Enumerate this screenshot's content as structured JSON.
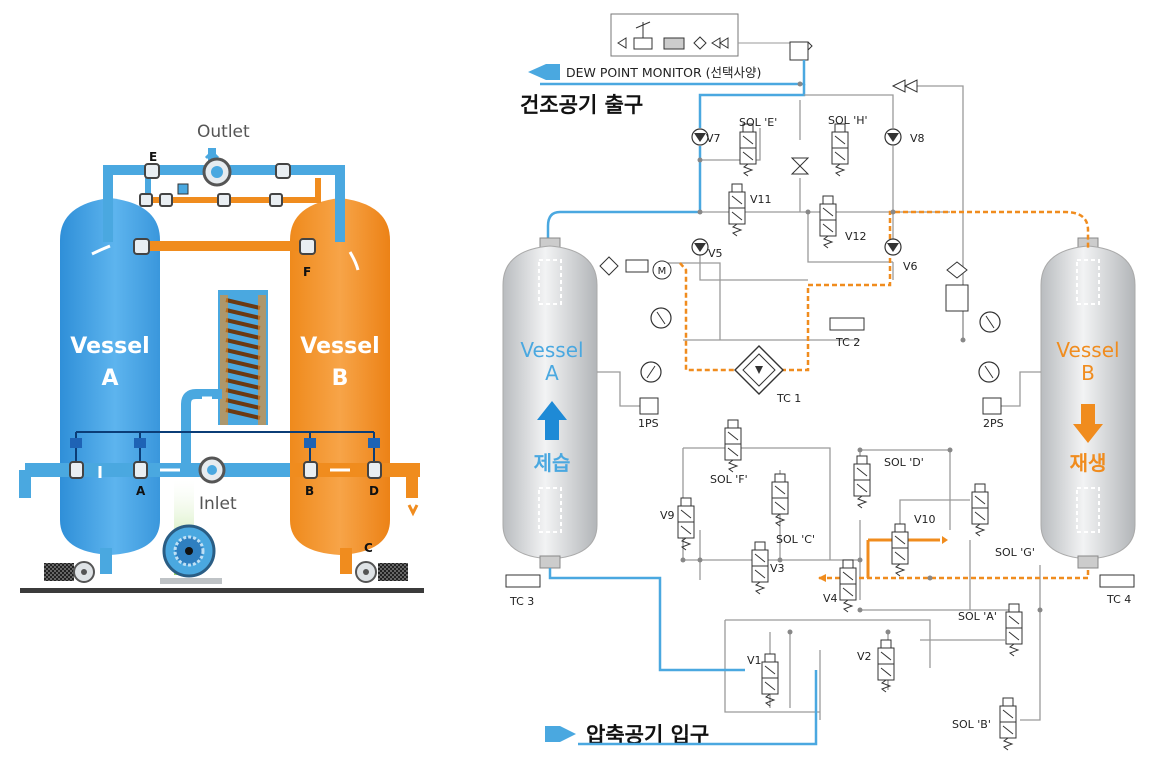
{
  "left": {
    "vessel_a": [
      "Vessel",
      "A"
    ],
    "vessel_b": [
      "Vessel",
      "B"
    ],
    "outlet": "Outlet",
    "inlet": "Inlet",
    "valves": {
      "a": "A",
      "b": "B",
      "c": "C",
      "d": "D",
      "e": "E",
      "f": "F"
    }
  },
  "right": {
    "dew_point_monitor": "DEW POINT MONITOR (선택사양)",
    "outlet_title": "건조공기 출구",
    "inlet_title": "압축공기 입구",
    "vessel_a": [
      "Vessel",
      "A"
    ],
    "vessel_b": [
      "Vessel",
      "B"
    ],
    "adsorb": "제습",
    "regen": "재생",
    "labels": {
      "v1": "V1",
      "v2": "V2",
      "v3": "V3",
      "v4": "V4",
      "v5": "V5",
      "v6": "V6",
      "v7": "V7",
      "v8": "V8",
      "v9": "V9",
      "v10": "V10",
      "v11": "V11",
      "v12": "V12",
      "sol_a": "SOL 'A'",
      "sol_b": "SOL 'B'",
      "sol_c": "SOL 'C'",
      "sol_d": "SOL 'D'",
      "sol_e": "SOL 'E'",
      "sol_f": "SOL 'F'",
      "sol_g": "SOL 'G'",
      "sol_h": "SOL 'H'",
      "tc1": "TC 1",
      "tc2": "TC 2",
      "tc3": "TC 3",
      "tc4": "TC 4",
      "ps1": "1PS",
      "ps2": "2PS",
      "m": "M"
    }
  },
  "colors": {
    "blue": "#4aa8e0",
    "orange": "#f08c1e",
    "line": "#9a9a9a",
    "dark": "#3a3a3a"
  }
}
